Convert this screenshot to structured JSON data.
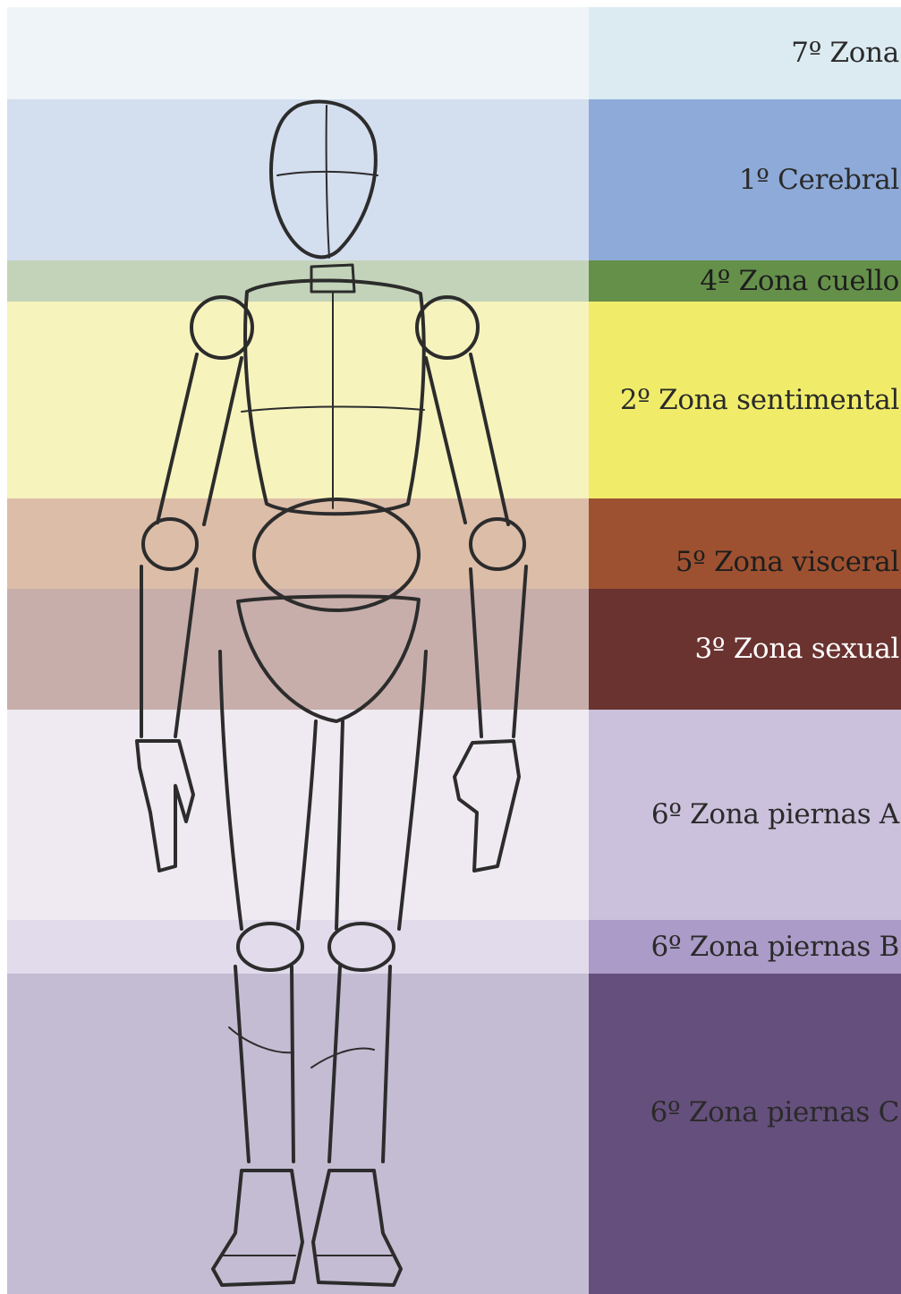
{
  "zones": [
    {
      "label": "7º Zona",
      "band_color": "#eef4f7",
      "label_bg": "#dcebf2",
      "text_color": "#2a2a2a"
    },
    {
      "label": "1º Cerebral",
      "band_color": "#d3deef",
      "label_bg": "#8eaad8",
      "text_color": "#2a2a2a"
    },
    {
      "label": "4º Zona cuello",
      "band_color": "#c3d3b9",
      "label_bg": "#65904a",
      "text_color": "#1e1e1e"
    },
    {
      "label": "2º Zona sentimental",
      "band_color": "#f6f3bd",
      "label_bg": "#f0ec6a",
      "text_color": "#2a2a2a"
    },
    {
      "label": "5º Zona visceral",
      "band_color": "#dcbda8",
      "label_bg": "#9e5130",
      "text_color": "#1e1e1e"
    },
    {
      "label": "3º Zona sexual",
      "band_color": "#c7aeab",
      "label_bg": "#6a3330",
      "text_color": "#ffffff"
    },
    {
      "label": "6º Zona piernas A",
      "band_color": "#efeaf1",
      "label_bg": "#cbc1dc",
      "text_color": "#2a2a2a"
    },
    {
      "label": "6º Zona piernas B",
      "band_color": "#e1dbeb",
      "label_bg": "#ab9bc8",
      "text_color": "#2a2a2a"
    },
    {
      "label": "6º Zona piernas C",
      "band_color": "#c4bcd2",
      "label_bg": "#654f7c",
      "text_color": "#2a2a2a"
    }
  ],
  "sketch": {
    "stroke_color": "#2c2c2c"
  }
}
